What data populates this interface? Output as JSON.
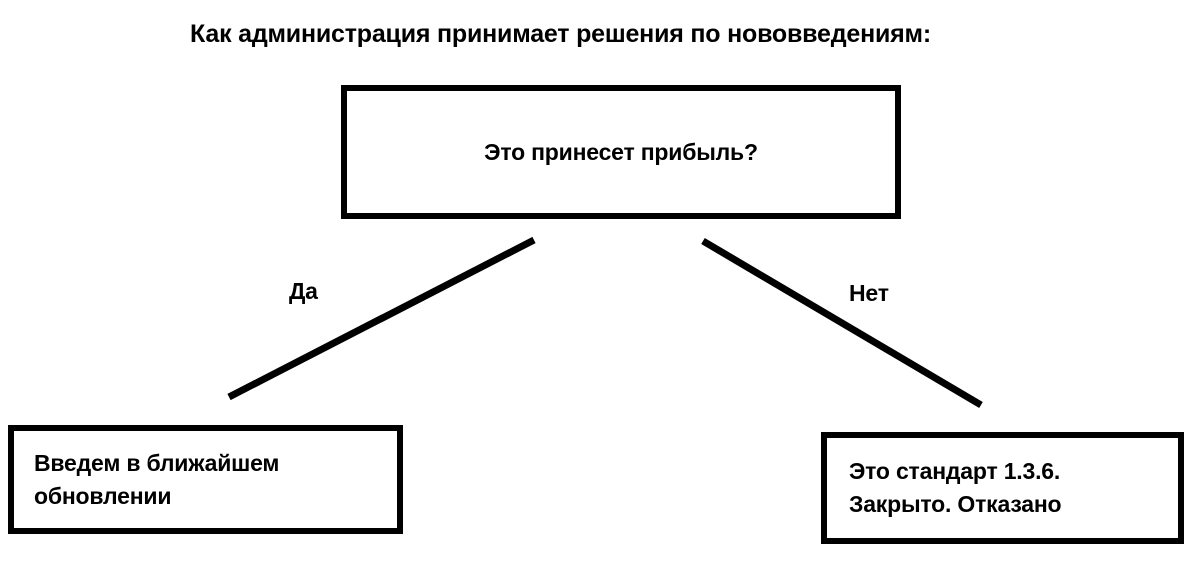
{
  "title": "Как администрация принимает решения по нововведениям:",
  "flowchart": {
    "decision": {
      "text": "Это принесет прибыль?"
    },
    "edges": {
      "yes_label": "Да",
      "no_label": "Нет"
    },
    "outcomes": {
      "left_line1": "Введем в ближайшем",
      "left_line2": "обновлении",
      "right_line1": "Это стандарт 1.3.6.",
      "right_line2": "Закрыто. Отказано"
    }
  },
  "colors": {
    "stroke": "#000000",
    "background": "#ffffff",
    "text": "#000000"
  }
}
